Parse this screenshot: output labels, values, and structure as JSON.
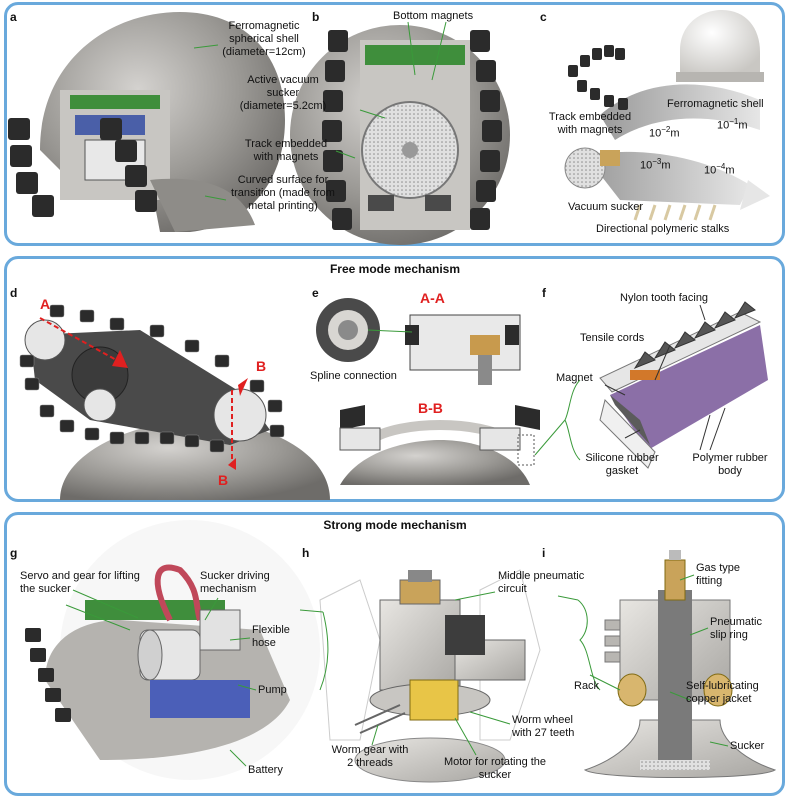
{
  "row1": {
    "letters": [
      "a",
      "b",
      "c"
    ],
    "a": {
      "shell_label": "Ferromagnetic spherical shell (diameter=12cm)",
      "curved_label": "Curved surface for transition (made from metal printing)"
    },
    "b": {
      "bottom_magnets": "Bottom magnets",
      "vacuum_sucker": "Active vacuum sucker (diameter=5.2cm)",
      "track_magnets": "Track embedded with magnets"
    },
    "c": {
      "track_magnets": "Track embedded with magnets",
      "ferro_shell": "Ferromagnetic shell",
      "vacuum_sucker": "Vacuum sucker",
      "stalks": "Directional polymeric stalks",
      "scale_1": "10",
      "exp_1": "−1",
      "unit_1": "m",
      "scale_2": "10",
      "exp_2": "−2",
      "unit_2": "m",
      "scale_3": "10",
      "exp_3": "−3",
      "unit_3": "m",
      "scale_4": "10",
      "exp_4": "−4",
      "unit_4": "m"
    }
  },
  "row2": {
    "title": "Free mode mechanism",
    "letters": [
      "d",
      "e",
      "f"
    ],
    "d": {
      "section_a": "A",
      "section_b": "B"
    },
    "e": {
      "section_aa": "A-A",
      "section_bb": "B-B",
      "spline": "Spline connection"
    },
    "f": {
      "nylon": "Nylon tooth facing",
      "tensile": "Tensile cords",
      "magnet": "Magnet",
      "silicone": "Silicone rubber gasket",
      "polymer": "Polymer rubber body"
    }
  },
  "row3": {
    "title": "Strong mode mechanism",
    "letters": [
      "g",
      "h",
      "i"
    ],
    "g": {
      "servo": "Servo and gear for lifting the sucker",
      "sucker_drive": "Sucker driving mechanism",
      "hose": "Flexible hose",
      "pump": "Pump",
      "battery": "Battery"
    },
    "h": {
      "middle": "Middle pneumatic circuit",
      "worm_wheel": "Worm wheel with 27 teeth",
      "worm_gear": "Worm gear with 2 threads",
      "motor": "Motor for rotating the sucker"
    },
    "i": {
      "gas": "Gas type fitting",
      "slip": "Pneumatic slip ring",
      "rack": "Rack",
      "copper": "Self-lubricating copper jacket",
      "sucker": "Sucker"
    }
  }
}
